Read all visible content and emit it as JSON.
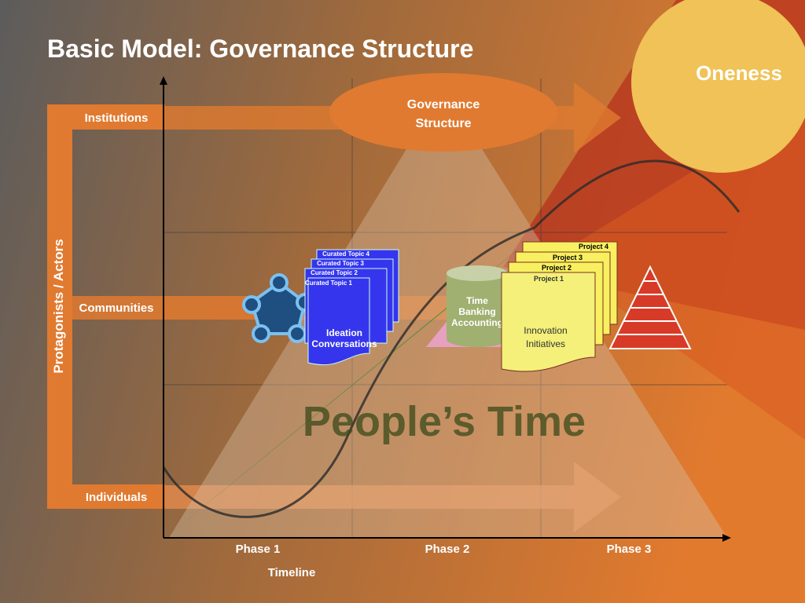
{
  "title": "Basic Model: Governance Structure",
  "oneness": "Oneness",
  "governance": {
    "line1": "Governance",
    "line2": "Structure"
  },
  "y_axis_label": "Protagonists / Actors",
  "levels": [
    "Institutions",
    "Communities",
    "Individuals"
  ],
  "phases": [
    "Phase 1",
    "Phase 2",
    "Phase 3"
  ],
  "x_axis_label": "Timeline",
  "center_text": "People’s Time",
  "curated_topics": [
    "Curated Topic 1",
    "Curated Topic 2",
    "Curated Topic 3",
    "Curated Topic 4"
  ],
  "ideation": {
    "line1": "Ideation",
    "line2": "Conversations"
  },
  "time_banking": {
    "line1": "Time",
    "line2": "Banking",
    "line3": "Accounting"
  },
  "projects": [
    "Project 1",
    "Project 2",
    "Project 3",
    "Project 4"
  ],
  "innovation": {
    "line1": "Innovation",
    "line2": "Initiatives"
  },
  "colors": {
    "orange": "#e07a30",
    "sun": "#f0c257",
    "blue": "#3535ee",
    "yellow": "#f4f07a"
  }
}
